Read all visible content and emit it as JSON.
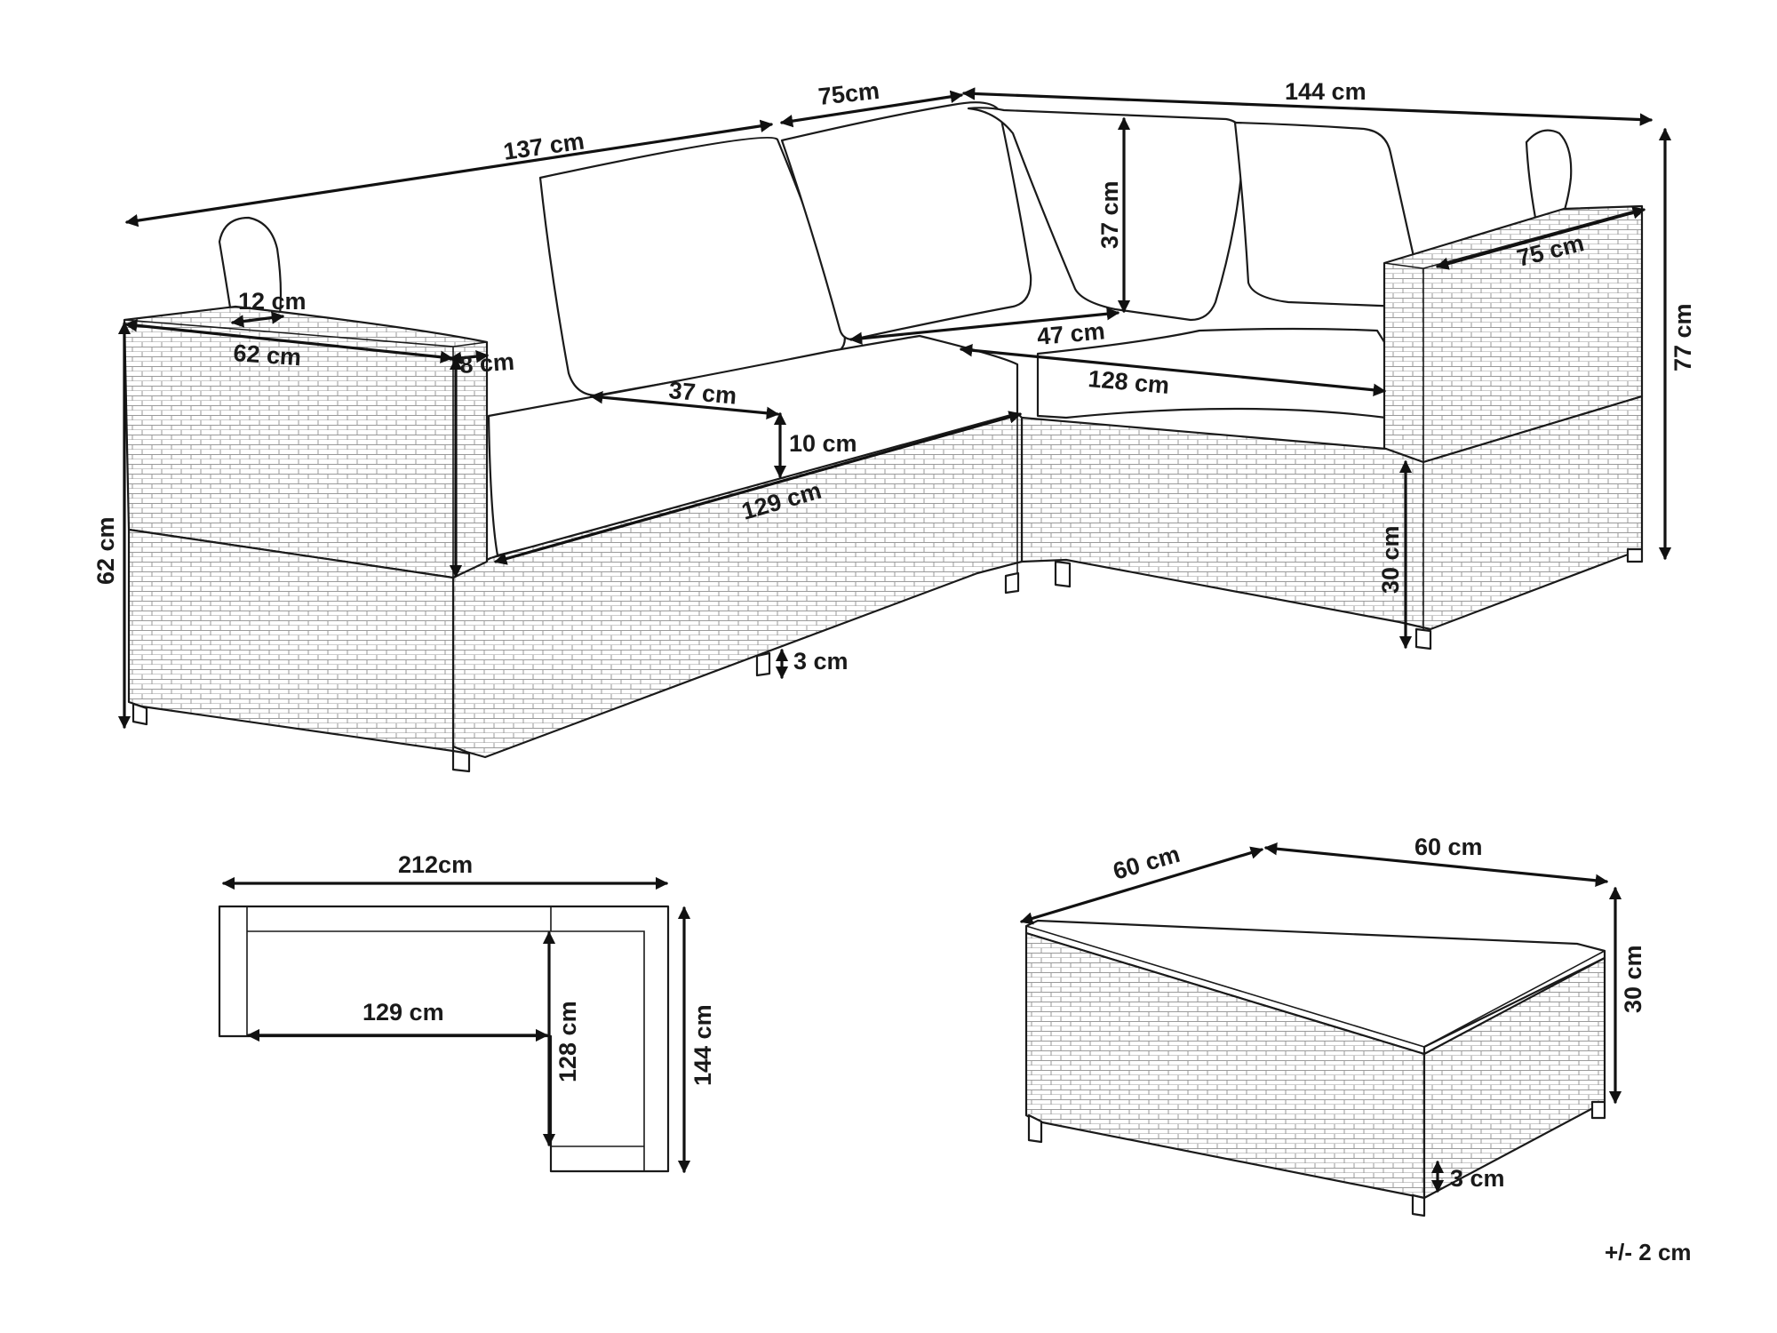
{
  "colors": {
    "line": "#1a1a1a",
    "background": "#ffffff",
    "wicker": "#b8b8b8"
  },
  "sofa": {
    "labels": {
      "back_left_width": "137 cm",
      "corner_width": "75cm",
      "back_right_width": "144 cm",
      "total_height": "77 cm",
      "backrest_height": "37 cm",
      "armrest_depth_right": "75 cm",
      "armrest_top": "12 cm",
      "armrest_depth_left": "62 cm",
      "armrest_width": "8 cm",
      "seat_depth_left": "37 cm",
      "seat_thickness": "10 cm",
      "seat_length_left": "129 cm",
      "seat_depth_corner": "47 cm",
      "seat_length_right": "128 cm",
      "armrest_height": "62 cm",
      "seat_height": "30 cm",
      "leg_height": "3 cm"
    }
  },
  "plan": {
    "labels": {
      "width": "212cm",
      "inner_length": "129 cm",
      "inner_depth": "128 cm",
      "depth": "144 cm"
    }
  },
  "table": {
    "labels": {
      "depth": "60 cm",
      "width": "60 cm",
      "height": "30 cm",
      "leg_height": "3 cm"
    }
  },
  "tolerance": "+/- 2 cm"
}
